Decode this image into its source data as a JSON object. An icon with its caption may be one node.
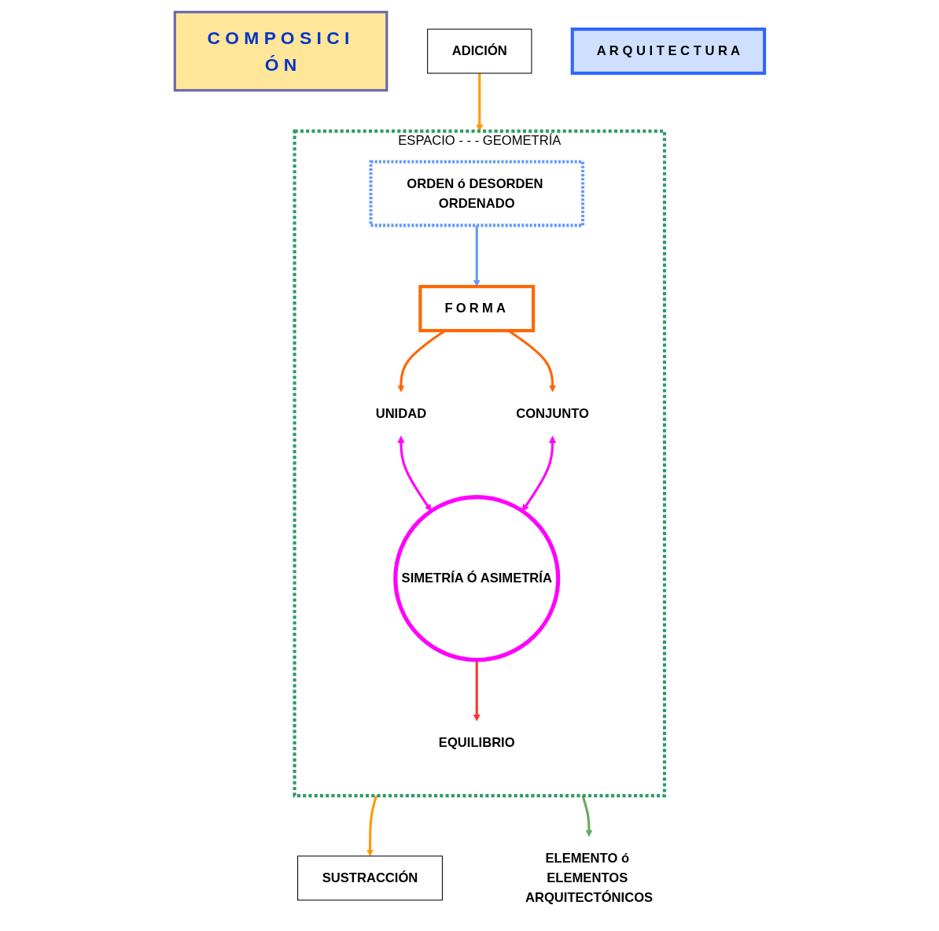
{
  "diagram": {
    "nodes": [
      {
        "text": [
          "C O M P O S I C I Ó N"
        ]
      },
      {
        "text": [
          "ESPACIO - - - GEOMETRÍA"
        ]
      },
      {
        "text": [
          "ORDEN ó DESORDEN ORDENADO"
        ],
        "in": 1
      },
      {
        "text": [
          "FORMA"
        ],
        "in": 1
      },
      {
        "text": [
          "ADICIÓN"
        ]
      },
      {
        "text": [
          "SUSTRACCIÓN"
        ]
      },
      {
        "text": [
          "UNIDAD"
        ],
        "in": 1
      },
      {
        "text": [
          "CONJUNTO"
        ],
        "in": 1
      },
      {
        "text": [
          "SIMETRÍA Ó ASIMETRÍA"
        ],
        "in": 1
      },
      {
        "text": [
          "EQUILIBRIO"
        ],
        "in": 1
      },
      {
        "text": [
          "ELEMENTO ó ELEMENTOS ARQUITECTÓNICOS"
        ]
      },
      {
        "text": [
          "A R Q U I T E C T U R A"
        ]
      }
    ],
    "edges": [
      {
        "from": 2,
        "to": 3,
        "arrow": "to",
        "color": "#6699ff"
      },
      {
        "from": 3,
        "to": 6,
        "arrow": "to",
        "color": "#ff6600"
      },
      {
        "from": 3,
        "to": 7,
        "arrow": "to",
        "color": "#ff6600"
      },
      {
        "from": 4,
        "to": 1,
        "arrow": "to",
        "color": "#ff9900"
      },
      {
        "from": 1,
        "to": 5,
        "arrow": "to",
        "color": "#ff9900"
      },
      {
        "from": 6,
        "to": 8,
        "arrow": "both",
        "color": "#ff00ff"
      },
      {
        "from": 7,
        "to": 8,
        "arrow": "both",
        "color": "#ff00ff"
      },
      {
        "from": 8,
        "to": 9,
        "arrow": "to",
        "color": "#ff3333"
      },
      {
        "from": 1,
        "to": 10,
        "arrow": "to",
        "color": "#66aa66"
      }
    ]
  }
}
